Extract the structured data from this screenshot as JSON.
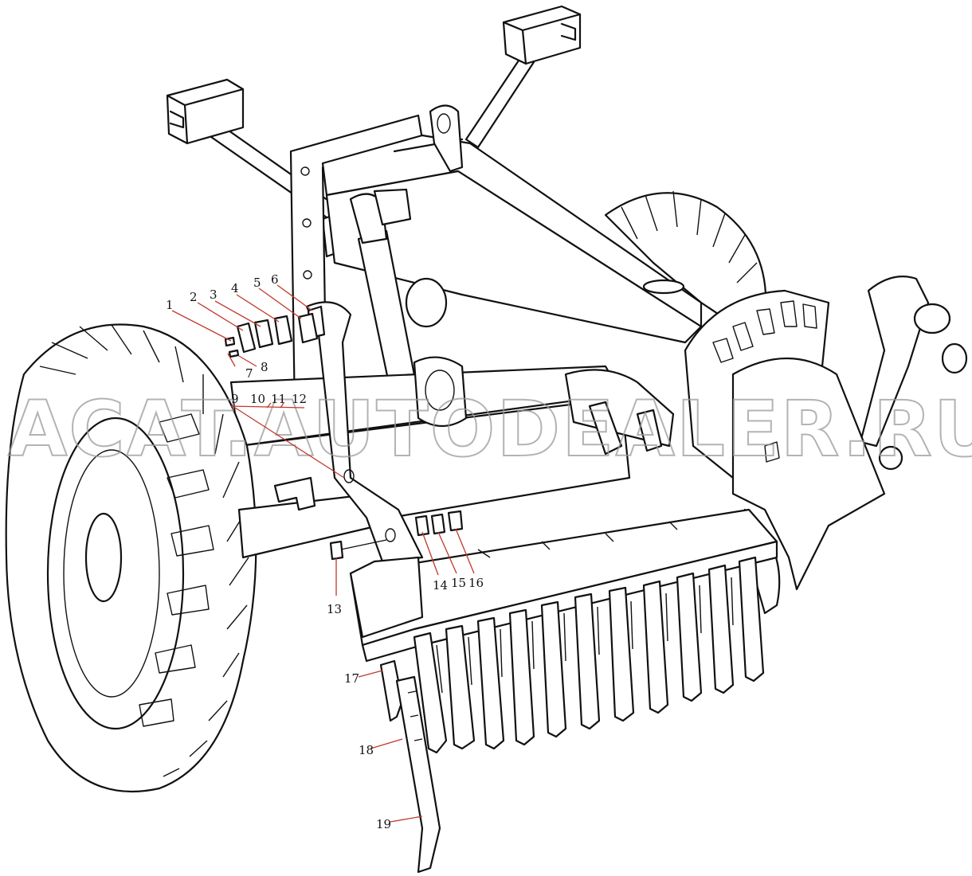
{
  "watermark": "ACAT.AUTODEALER.RU",
  "labels": [
    {
      "id": "1",
      "text": "1"
    },
    {
      "id": "2",
      "text": "2"
    },
    {
      "id": "3",
      "text": "3"
    },
    {
      "id": "4",
      "text": "4"
    },
    {
      "id": "5",
      "text": "5"
    },
    {
      "id": "6",
      "text": "6"
    },
    {
      "id": "7",
      "text": "7"
    },
    {
      "id": "8",
      "text": "8"
    },
    {
      "id": "9",
      "text": "9"
    },
    {
      "id": "10",
      "text": "10"
    },
    {
      "id": "11",
      "text": "11"
    },
    {
      "id": "12",
      "text": "12"
    },
    {
      "id": "13",
      "text": "13"
    },
    {
      "id": "14",
      "text": "14"
    },
    {
      "id": "15",
      "text": "15"
    },
    {
      "id": "16",
      "text": "16"
    },
    {
      "id": "17",
      "text": "17"
    },
    {
      "id": "18",
      "text": "18"
    },
    {
      "id": "19",
      "text": "19"
    }
  ],
  "colors": {
    "leader": "#c0392b",
    "line": "#111111",
    "watermark": "#9a9a9a"
  }
}
